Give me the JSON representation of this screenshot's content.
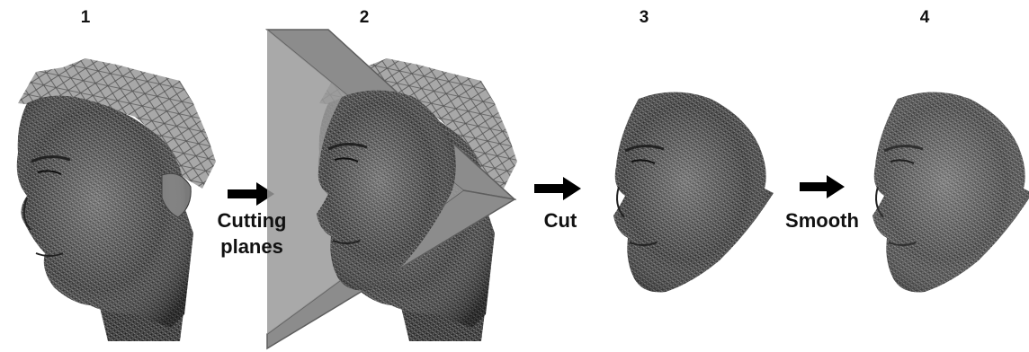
{
  "steps": [
    {
      "number": "1"
    },
    {
      "number": "2"
    },
    {
      "number": "3"
    },
    {
      "number": "4"
    }
  ],
  "operations": [
    {
      "label": "Cutting\nplanes"
    },
    {
      "label": "Cut"
    },
    {
      "label": "Smooth"
    }
  ],
  "colors": {
    "mesh_dark": "#2b2b2b",
    "mesh_mid": "#6a6a6a",
    "mesh_light": "#b8b8b8",
    "plane": "#8c8c8c",
    "plane_edge": "#5e5e5e",
    "arrow": "#000000"
  }
}
